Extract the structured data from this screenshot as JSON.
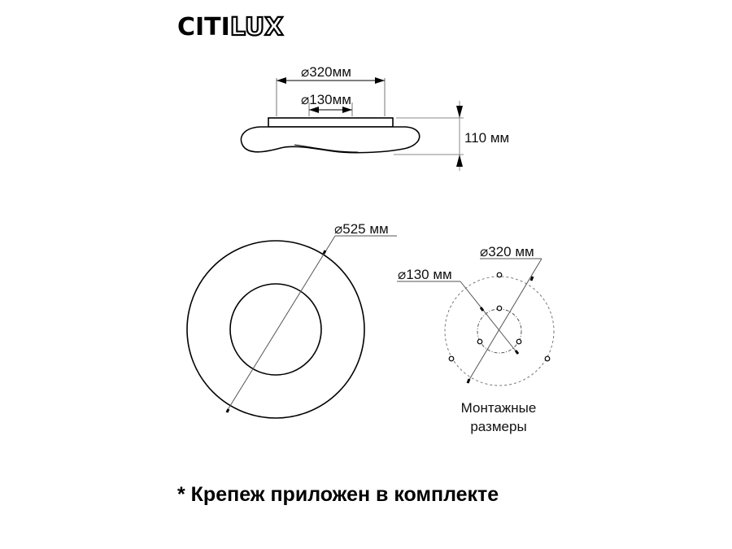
{
  "brand": {
    "logo_solid": "CITI",
    "logo_outline": "LUX"
  },
  "side_view": {
    "outer_diameter_label": "⌀320мм",
    "inner_diameter_label": "⌀130мм",
    "height_label": "110 мм"
  },
  "top_view": {
    "diameter_label": "⌀525 мм"
  },
  "mounting_view": {
    "outer_diameter_label": "⌀320 мм",
    "inner_diameter_label": "⌀130 мм",
    "caption_line1": "Монтажные",
    "caption_line2": "размеры"
  },
  "footnote": "* Крепеж приложен в комплекте",
  "colors": {
    "line": "#000000",
    "dimension_line": "#555555",
    "dashed_circle": "#666666",
    "background": "#ffffff"
  }
}
